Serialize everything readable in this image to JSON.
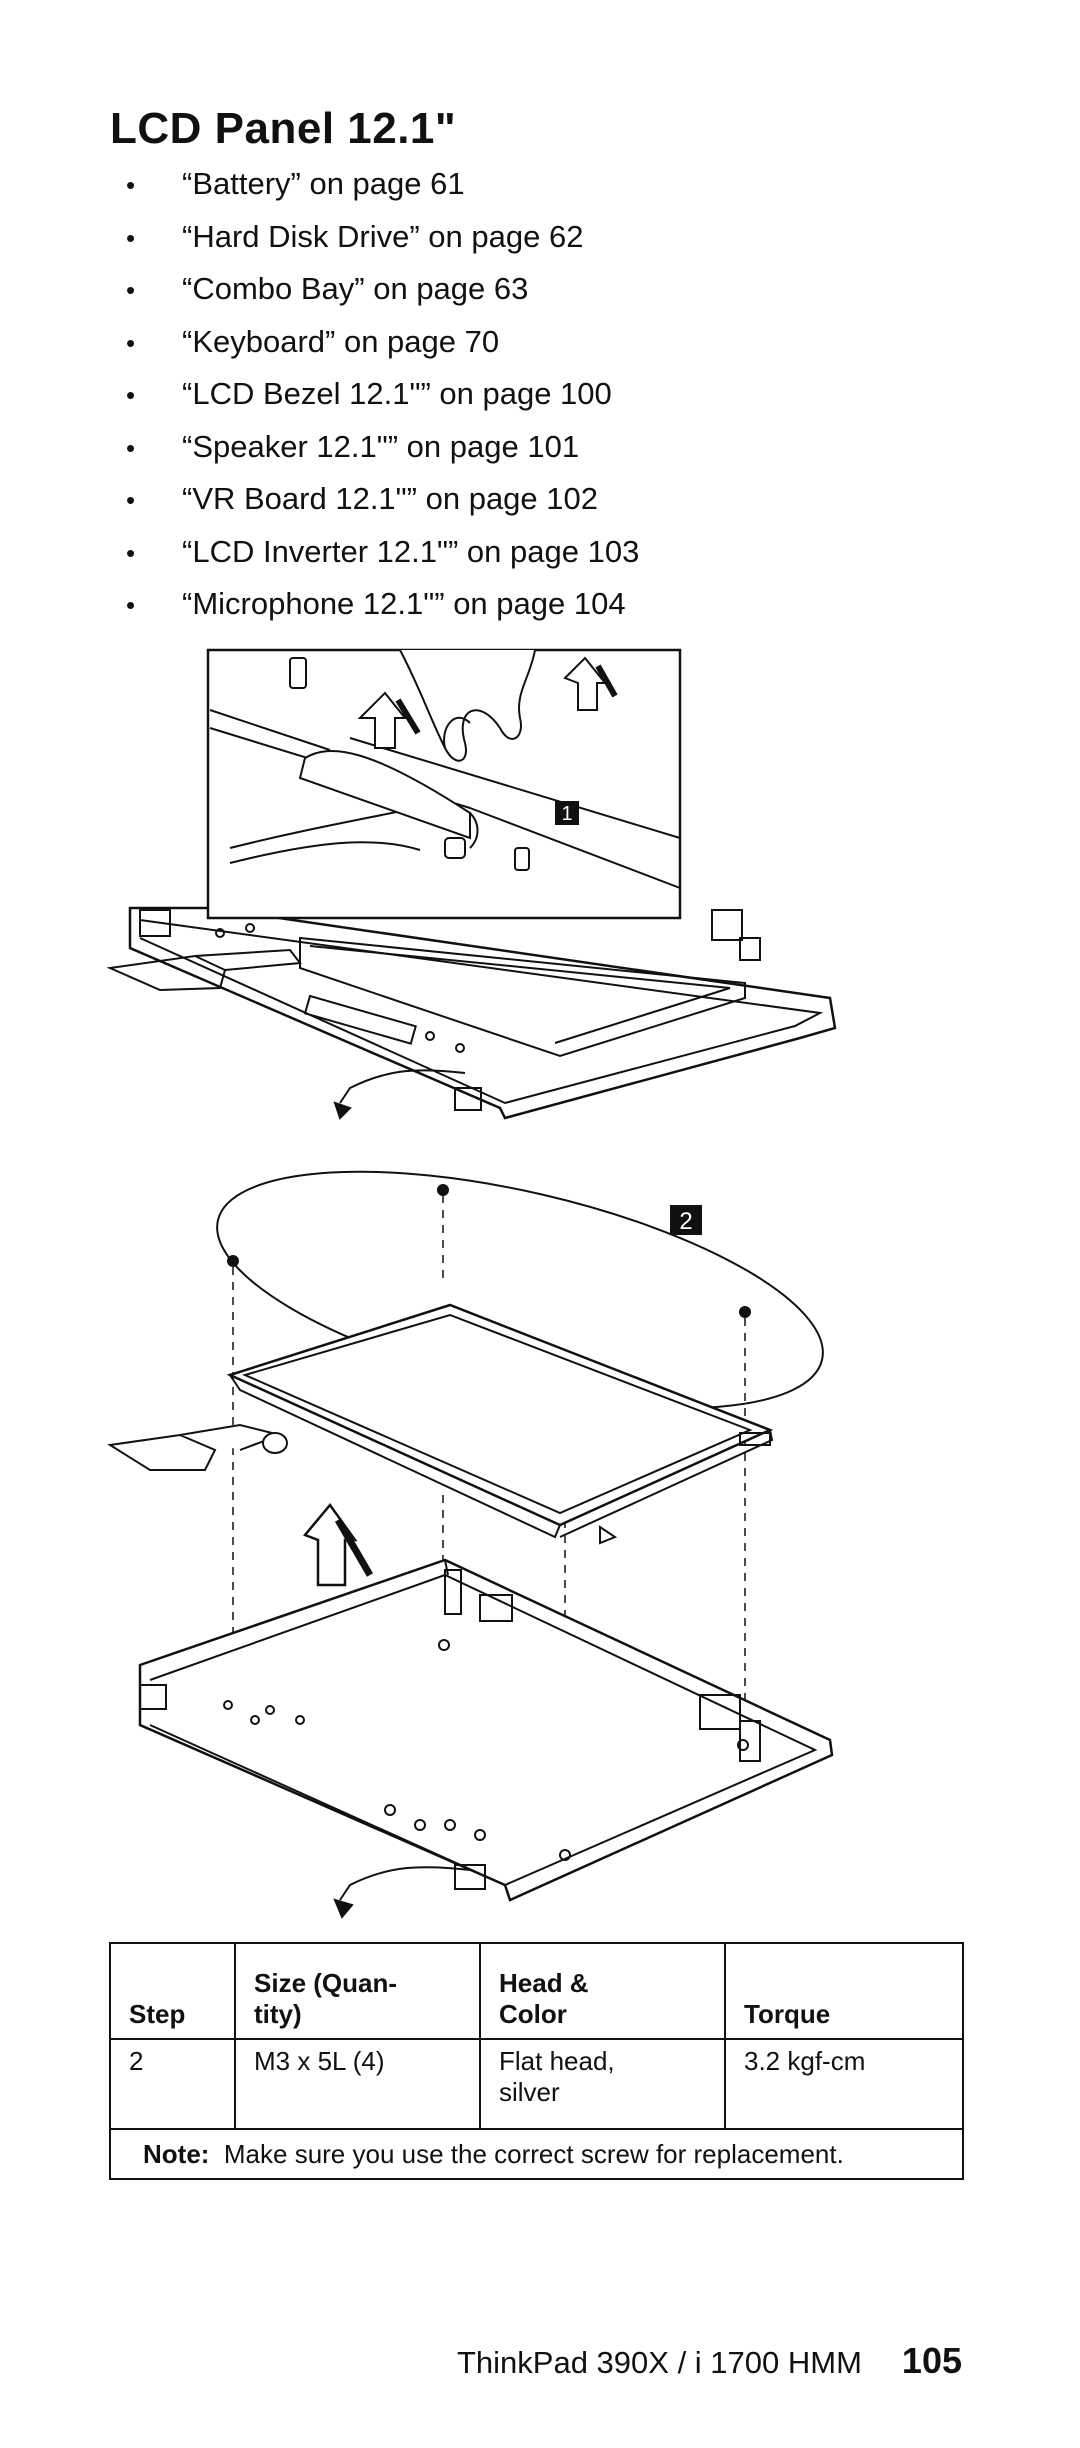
{
  "page": {
    "title": "LCD Panel 12.1\"",
    "bullet_glyph": "•",
    "prerequisites": [
      "“Battery” on page  61",
      "“Hard Disk Drive” on page  62",
      "“Combo Bay” on page  63",
      "“Keyboard” on page  70",
      "“LCD Bezel 12.1\"” on page  100",
      "“Speaker 12.1\"” on page  101",
      "“VR Board 12.1\"” on page  102",
      "“LCD Inverter 12.1\"” on page  103",
      "“Microphone 12.1\"” on page  104"
    ]
  },
  "figures": {
    "step1_label": "1",
    "step2_label": "2"
  },
  "screw_table": {
    "headers": {
      "step": "Step",
      "size_line1": "Size (Quan-",
      "size_line2": "tity)",
      "head_line1": "Head &",
      "head_line2": "Color",
      "torque": "Torque"
    },
    "row": {
      "step": "2",
      "size": "M3 x 5L (4)",
      "head_line1": "Flat head,",
      "head_line2": "silver",
      "torque": "3.2 kgf-cm"
    },
    "note_label": "Note:",
    "note_text": "Make sure you use the correct screw for replacement."
  },
  "footer": {
    "manual": "ThinkPad 390X / i 1700 HMM",
    "page_number": "105"
  }
}
